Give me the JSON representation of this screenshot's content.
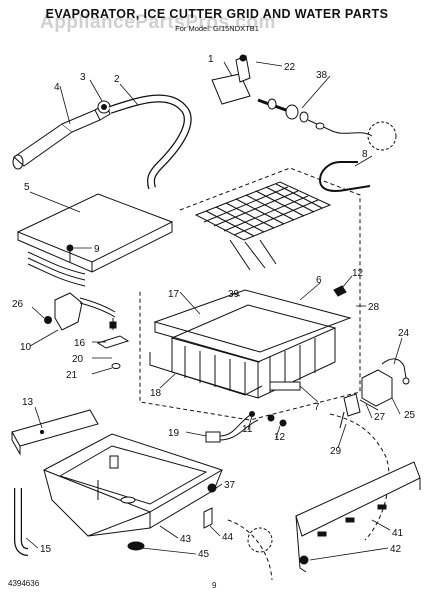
{
  "header": {
    "title": "EVAPORATOR, ICE CUTTER GRID AND WATER PARTS",
    "subtitle": "For Model: GI15NDXTB1"
  },
  "watermark": "AppliancePartsPros.com",
  "footer": {
    "code": "4394636",
    "page": "9"
  },
  "callouts": [
    "1",
    "2",
    "3",
    "4",
    "5",
    "6",
    "7",
    "8",
    "9",
    "10",
    "11",
    "12",
    "12",
    "13",
    "15",
    "16",
    "17",
    "18",
    "19",
    "20",
    "21",
    "22",
    "24",
    "25",
    "26",
    "27",
    "28",
    "29",
    "37",
    "38",
    "39",
    "41",
    "42",
    "43",
    "44",
    "45"
  ],
  "colors": {
    "ink": "#111111",
    "paper": "#ffffff",
    "watermark": "#969696"
  }
}
